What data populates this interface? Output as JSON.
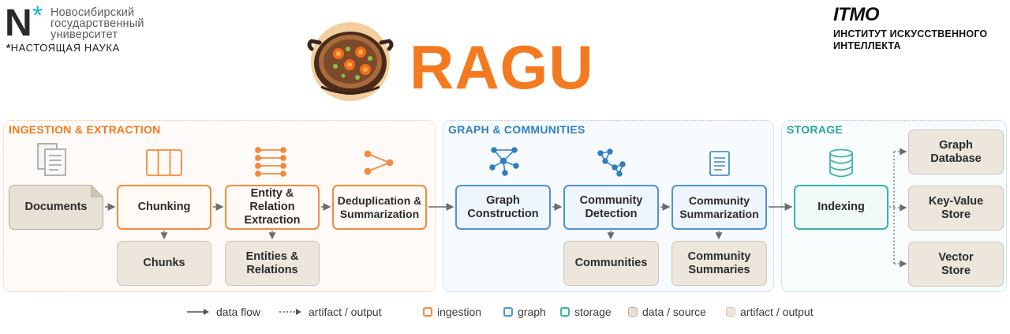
{
  "header": {
    "nsu": {
      "letter": "N",
      "star": "*",
      "name_lines": [
        "Новосибирский",
        "государственный",
        "университет"
      ],
      "slogan_star": "*",
      "slogan": "НАСТОЯЩАЯ НАУКА"
    },
    "itmo": {
      "wordmark": "ITMO",
      "subtitle_lines": [
        "ИНСТИТУТ ИСКУССТВЕННОГО",
        "ИНТЕЛЛЕКТА"
      ]
    },
    "title": "RAGU"
  },
  "regions": {
    "ingestion": "INGESTION & EXTRACTION",
    "graph": "GRAPH & COMMUNITIES",
    "storage": "STORAGE"
  },
  "nodes": {
    "documents": "Documents",
    "chunking": "Chunking",
    "entity_relation_extraction": [
      "Entity &",
      "Relation",
      "Extraction"
    ],
    "dedup_summarization": [
      "Deduplication &",
      "Summarization"
    ],
    "graph_construction": [
      "Graph",
      "Construction"
    ],
    "community_detection": [
      "Community",
      "Detection"
    ],
    "community_summarization": [
      "Community",
      "Summarization"
    ],
    "indexing": "Indexing",
    "chunks": "Chunks",
    "entities_relations": [
      "Entities &",
      "Relations"
    ],
    "communities": "Communities",
    "community_summaries": [
      "Community",
      "Summaries"
    ],
    "graph_database": [
      "Graph",
      "Database"
    ],
    "key_value_store": [
      "Key-Value",
      "Store"
    ],
    "vector_store": [
      "Vector",
      "Store"
    ]
  },
  "icons": {
    "documents": "documents-icon",
    "chunking": "columns-icon",
    "extraction": "node-list-icon",
    "dedup": "merge-icon",
    "graph_construction": "network-icon",
    "community_detection": "cluster-icon",
    "community_summarization": "page-icon",
    "indexing": "database-icon"
  },
  "legend": {
    "data_flow": "data flow",
    "artifact_output_line": "artifact / output",
    "ingestion": "ingestion",
    "graph": "graph",
    "storage": "storage",
    "data_source": "data / source",
    "artifact_output": "artifact / output"
  },
  "colors": {
    "ingestion": "#f48a3d",
    "graph": "#4f93cf",
    "storage": "#3db3a9",
    "title": "#f47a1f",
    "artifact_fill": "#ece6dc",
    "source_fill": "#e7e0d4"
  }
}
